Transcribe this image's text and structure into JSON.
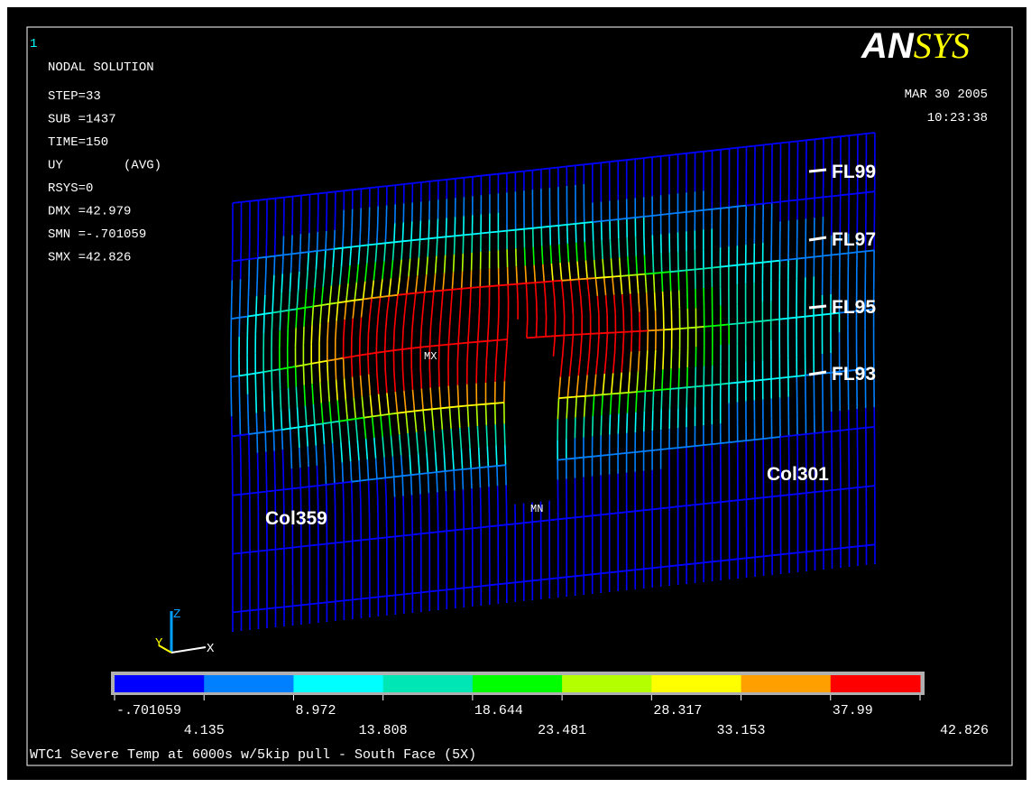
{
  "window_number": "1",
  "logo": {
    "text": "ANSYS",
    "prefix": "AN",
    "suffix": "SYS",
    "prefix_color": "#ffffff",
    "suffix_color": "#ffff00"
  },
  "header": {
    "title": "NODAL SOLUTION",
    "lines": [
      "STEP=33",
      "SUB =1437",
      "TIME=150",
      "UY        (AVG)",
      "RSYS=0",
      "DMX =42.979",
      "SMN =-.701059",
      "SMX =42.826"
    ]
  },
  "datetime": {
    "date": "MAR 30 2005",
    "time": "10:23:38"
  },
  "floor_labels": [
    "FL99",
    "FL97",
    "FL95",
    "FL93"
  ],
  "column_labels": [
    "Col301",
    "Col359"
  ],
  "markers": {
    "max": "MX",
    "min": "MN"
  },
  "axes": {
    "z": "Z",
    "y": "Y",
    "x": "X"
  },
  "legend": {
    "colors": [
      "#0000ff",
      "#0080ff",
      "#00ffff",
      "#00e6b4",
      "#00ff00",
      "#b4ff00",
      "#ffff00",
      "#ffa000",
      "#ff0000"
    ],
    "top_values": [
      "-.701059",
      "8.972",
      "18.644",
      "28.317",
      "37.99"
    ],
    "bottom_values": [
      "4.135",
      "13.808",
      "23.481",
      "33.153",
      "42.826"
    ]
  },
  "caption": "WTC1 Severe Temp at 6000s w/5kip pull - South Face (5X)",
  "colors": {
    "background": "#000000",
    "frame_border": "#ffffff",
    "text": "#ffffff",
    "accent": "#00ffff"
  }
}
